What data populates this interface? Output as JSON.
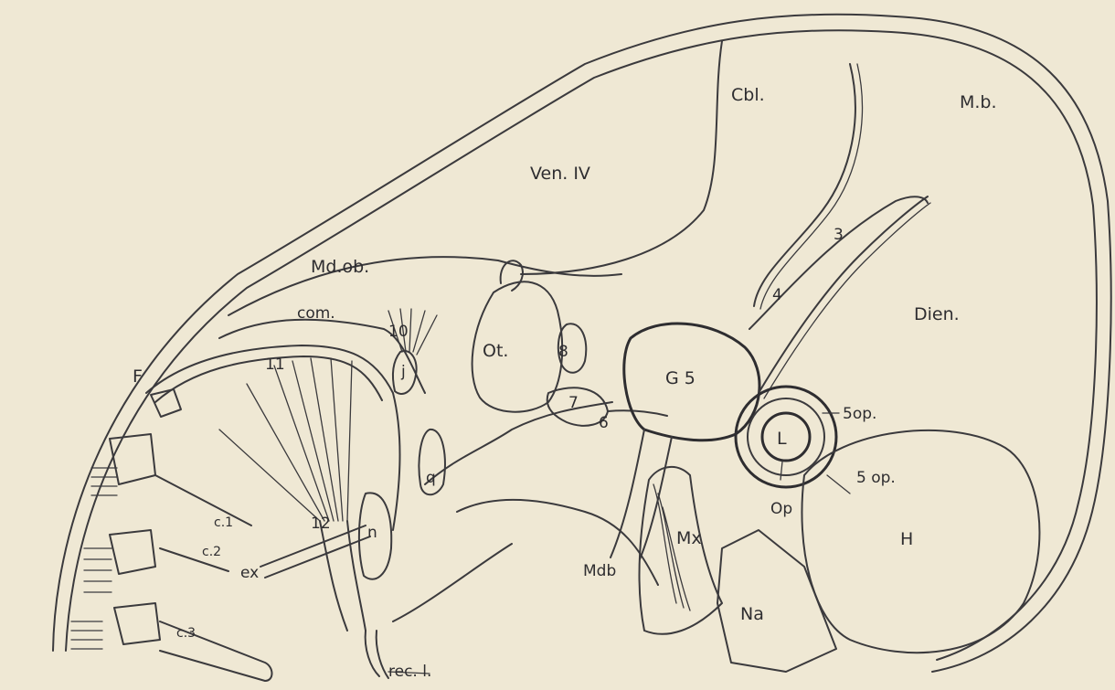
{
  "figure": {
    "labels": {
      "cbl": "Cbl.",
      "mb": "M.b.",
      "ven4": "Ven. IV",
      "mdob": "Md.ob.",
      "dien": "Dien.",
      "com": "com.",
      "n10": "10",
      "n11": "11",
      "n12": "12",
      "n3": "3",
      "n4": "4",
      "n6": "6",
      "n7": "7",
      "n8": "8",
      "ot": "Ot.",
      "g5": "G 5",
      "j": "j",
      "f": "F",
      "q": "q",
      "n": "n",
      "c1": "c.1",
      "c2": "c.2",
      "c3": "c.3",
      "ex": "ex",
      "mdb": "Mdb",
      "mx": "Mx",
      "na": "Na",
      "l": "L",
      "op": "Op",
      "op5a": "5op.",
      "op5b": "5 op.",
      "h": "H",
      "recl": "rec. l."
    }
  }
}
